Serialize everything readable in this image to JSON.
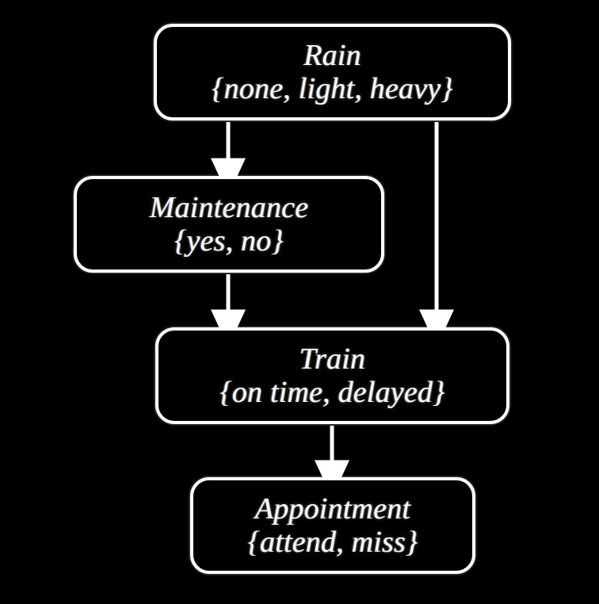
{
  "diagram": {
    "type": "causal-bayesian-network",
    "background_color": "#000000",
    "stroke_color": "#ffffff",
    "text_color": "#ffffff",
    "nodes": [
      {
        "id": "rain",
        "name": "Rain",
        "states": "{none, light, heavy}"
      },
      {
        "id": "maintenance",
        "name": "Maintenance",
        "states": "{yes, no}"
      },
      {
        "id": "train",
        "name": "Train",
        "states": "{on time, delayed}"
      },
      {
        "id": "appointment",
        "name": "Appointment",
        "states": "{attend, miss}"
      }
    ],
    "edges": [
      {
        "from": "rain",
        "to": "maintenance"
      },
      {
        "from": "rain",
        "to": "train"
      },
      {
        "from": "maintenance",
        "to": "train"
      },
      {
        "from": "train",
        "to": "appointment"
      }
    ]
  }
}
